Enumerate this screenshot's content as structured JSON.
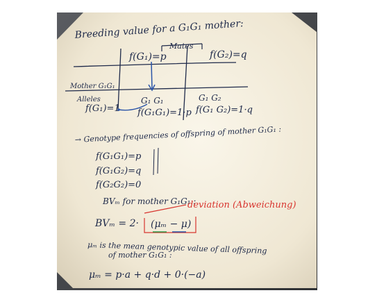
{
  "board": {
    "title": "Breeding value for a G₁G₁ mother:",
    "table": {
      "mates_header": "Mates",
      "col1_header": "f(G₁)=p",
      "col2_header": "f(G₂)=q",
      "row_label": "Mother G₁G₁",
      "alleles_label": "Alleles",
      "alleles_value": "f(G₁)=1",
      "cell1_genotype": "G₁ G₁",
      "cell1_value": "f(G₁G₁)=1·p",
      "cell2_genotype": "G₁ G₂",
      "cell2_value": "f(G₁ G₂)=1·q"
    },
    "freq_heading": "→ Genotype frequencies of offspring of mother G₁G₁ :",
    "freq_lines": [
      "f(G₁G₁)=p",
      "f(G₁G₂)=q",
      "f(G₂G₂)=0"
    ],
    "bv_heading": "BVₘ for mother G₁G₁ :",
    "deviation_note": "deviation (Abweichung)",
    "bv_formula_left": "BVₘ = 2·",
    "bv_formula_inner": "(μₘ − μ)",
    "mu_def_line1": "μₘ is the mean genotypic value of all offspring",
    "mu_def_line2": "of mother G₁G₁ :",
    "mu_formula": "μₘ = p·a + q·d + 0·(−a)"
  },
  "colors": {
    "page_bg": "#ffffff",
    "photo_dark": "#4b4d52",
    "board_light": "#f4efe2",
    "ink_blue": "#1f2a4a",
    "ink_red": "#d8352f",
    "arrow_blue": "#2b55a8",
    "underline_green": "#2f9a4a"
  }
}
